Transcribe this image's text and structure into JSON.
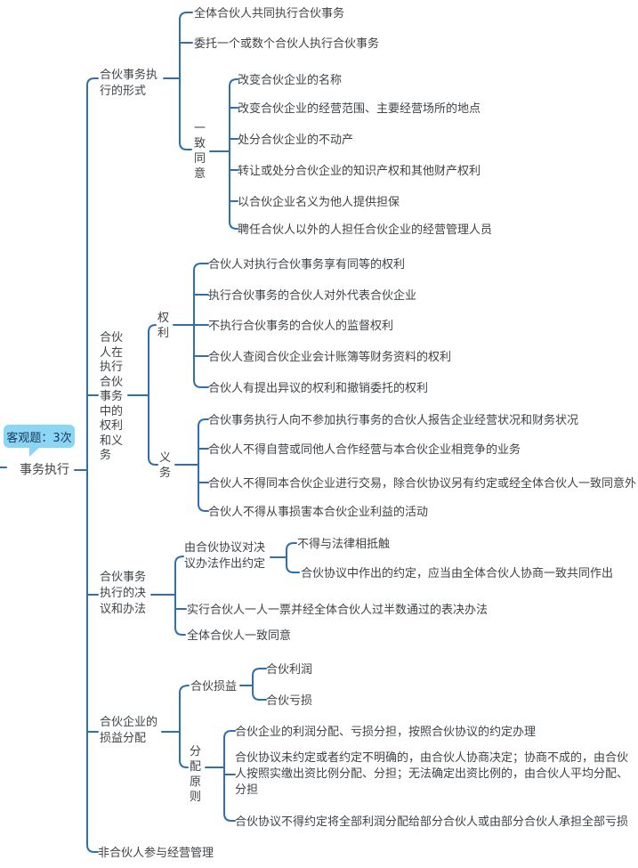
{
  "badge": {
    "label": "客观题：3次"
  },
  "root": {
    "label": "事务执行"
  },
  "colors": {
    "line": "#2E6FAD",
    "text": "#3F4347",
    "badge_bg": "#8BD5F5",
    "badge_text": "#17375E"
  },
  "branches": [
    {
      "label": "合伙事务执行的形式",
      "children": [
        {
          "label": "全体合伙人共同执行合伙事务"
        },
        {
          "label": "委托一个或数个合伙人执行合伙事务"
        },
        {
          "label": "一致同意",
          "children": [
            {
              "label": "改变合伙企业的名称"
            },
            {
              "label": "改变合伙企业的经营范围、主要经营场所的地点"
            },
            {
              "label": "处分合伙企业的不动产"
            },
            {
              "label": "转让或处分合伙企业的知识产权和其他财产权利"
            },
            {
              "label": "以合伙企业名义为他人提供担保"
            },
            {
              "label": "聘任合伙人以外的人担任合伙企业的经营管理人员"
            }
          ]
        }
      ]
    },
    {
      "label": "合伙人在执行合伙事务中的权利和义务",
      "children": [
        {
          "label": "权利",
          "children": [
            {
              "label": "合伙人对执行合伙事务享有同等的权利"
            },
            {
              "label": "执行合伙事务的合伙人对外代表合伙企业"
            },
            {
              "label": "不执行合伙事务的合伙人的监督权利"
            },
            {
              "label": "合伙人查阅合伙企业会计账簿等财务资料的权利"
            },
            {
              "label": "合伙人有提出异议的权利和撤销委托的权利"
            }
          ]
        },
        {
          "label": "义务",
          "children": [
            {
              "label": "合伙事务执行人向不参加执行事务的合伙人报告企业经营状况和财务状况"
            },
            {
              "label": "合伙人不得自营或同他人合作经营与本合伙企业相竞争的业务"
            },
            {
              "label": "合伙人不得同本合伙企业进行交易，除合伙协议另有约定或经全体合伙人一致同意外"
            },
            {
              "label": "合伙人不得从事损害本合伙企业利益的活动"
            }
          ]
        }
      ]
    },
    {
      "label": "合伙事务执行的决议和办法",
      "children": [
        {
          "label": "由合伙协议对决议办法作出约定",
          "children": [
            {
              "label": "不得与法律相抵触"
            },
            {
              "label": "合伙协议中作出的约定，应当由全体合伙人协商一致共同作出"
            }
          ]
        },
        {
          "label": "实行合伙人一人一票并经全体合伙人过半数通过的表决办法"
        },
        {
          "label": "全体合伙人一致同意"
        }
      ]
    },
    {
      "label": "合伙企业的损益分配",
      "children": [
        {
          "label": "合伙损益",
          "children": [
            {
              "label": "合伙利润"
            },
            {
              "label": "合伙亏损"
            }
          ]
        },
        {
          "label": "分配原则",
          "children": [
            {
              "label": "合伙企业的利润分配、亏损分担，按照合伙协议的约定办理"
            },
            {
              "label": "合伙协议未约定或者约定不明确的，由合伙人协商决定；协商不成的，由合伙人按照实缴出资比例分配、分担；无法确定出资比例的，由合伙人平均分配、分担"
            },
            {
              "label": "合伙协议不得约定将全部利润分配给部分合伙人或由部分合伙人承担全部亏损"
            }
          ]
        }
      ]
    },
    {
      "label": "非合伙人参与经营管理"
    }
  ]
}
